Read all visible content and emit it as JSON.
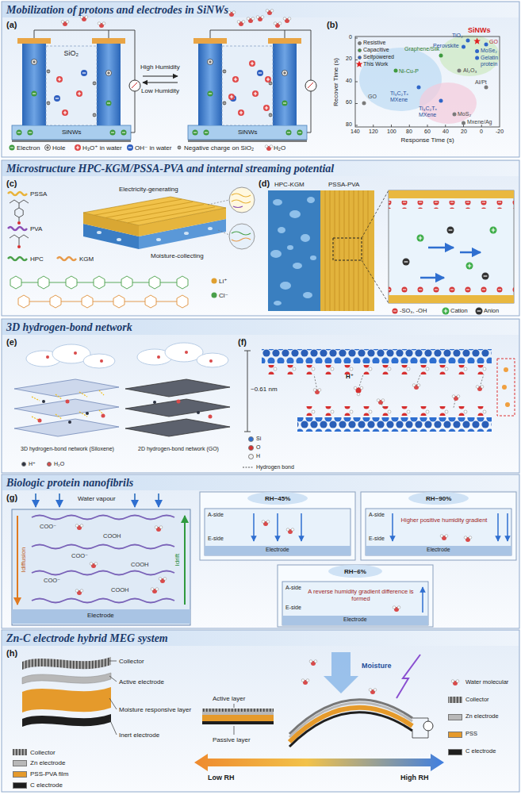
{
  "diagram": {
    "nodes": [
      {
        "text": [
          "Mobilization of protons and electrodes in SiNWs"
        ]
      },
      {
        "text": [
          "Microstructure HPC-KGM/PSSA-PVA and internal streaming potential"
        ]
      },
      {
        "text": [
          "3D hydrogen-bond network"
        ]
      },
      {
        "text": [
          "Biologic protein nanofibrils"
        ]
      },
      {
        "text": [
          "Idiffusion",
          "COO⁻",
          "COOH",
          "COO⁻",
          "COOH",
          "COO⁻",
          "COOH",
          "Idrift",
          "Electrode"
        ],
        "in": 3
      },
      {
        "text": [
          "RH~45%",
          "A-side",
          "E-side",
          "Electrode"
        ],
        "in": 3
      },
      {
        "text": [
          "RH~90%",
          "A-side",
          "Higher positive humidity gradient",
          "E-side",
          "Electrode"
        ],
        "in": 3
      },
      {
        "text": [
          "RH~6%",
          "A-side",
          "A reverse humidity gradient difference is formed",
          "E-side",
          "Electrode"
        ],
        "in": 3
      },
      {
        "text": [
          "Zn-C electrode hybrid MEG system"
        ]
      }
    ],
    "labels": [
      "(a)",
      "SiO₂",
      "SiNWs",
      "High Humidity",
      "Low Humidity",
      "SiNWs",
      "(b)",
      "Recover Time (s)",
      "Response Time (s)",
      "0",
      "20",
      "40",
      "60",
      "80",
      "140",
      "120",
      "100",
      "80",
      "60",
      "40",
      "20",
      "0",
      "-20",
      "SiNWs",
      "GO",
      "TiO₂",
      "Perovskite",
      "MoSe₂",
      "Gelatin protein",
      "Graphene/Silk",
      "Al₂O₃",
      "Al/Pt",
      "Ni-Cu-P",
      "Ti₃C₂Tₓ MXene",
      "Ti₃C₂Tₓ MXene",
      "MoS₂",
      "Mxene/Ag",
      "GO",
      "(c)",
      "PSSA",
      "PVA",
      "HPC",
      "KGM",
      "Electricity-generating",
      "Moisture-collecting",
      "Li⁺",
      "Cl⁻",
      "(d)",
      "HPC-KGM",
      "PSSA-PVA",
      "(e)",
      "3D hydrogen-bond network (Siloxene)",
      "2D hydrogen-bond network (GO)",
      "(f)",
      "~0.61 nm",
      "H⁺",
      "(g)",
      "Water vapour",
      "(h)",
      "Collector",
      "Active electrode",
      "Moisture responsive layer",
      "Inert electrode",
      "Active layer",
      "Passive layer",
      "Moisture",
      "Low RH",
      "High RH"
    ],
    "legend": [
      {
        "text": "Electron"
      },
      {
        "text": "Hole"
      },
      {
        "text": "H₃O⁺ in water"
      },
      {
        "text": "OH⁻ in water"
      },
      {
        "text": "Negative charge on SiO₂"
      },
      {
        "text": "H₂O"
      },
      {
        "text": "Resistive",
        "color": "#7a7a7a"
      },
      {
        "text": "Capacitive",
        "color": "#3f9a3f"
      },
      {
        "text": "Selfpowered",
        "color": "#2f66c8"
      },
      {
        "text": "This Work"
      },
      {
        "text": "-SO₃, -OH"
      },
      {
        "text": "Cation"
      },
      {
        "text": "Anion"
      },
      {
        "text": "H⁺",
        "color": "#2b3140"
      },
      {
        "text": "H₂O",
        "color": "#d94a4a"
      },
      {
        "text": "Si",
        "color": "#2f6fd0"
      },
      {
        "text": "O",
        "color": "#d63030"
      },
      {
        "text": "H",
        "color": "#f4f4f4"
      },
      {
        "text": "Hydrogen bond"
      },
      {
        "text": "Collector"
      },
      {
        "text": "Zn electrode",
        "color": "#b8b8b8"
      },
      {
        "text": "PSS-PVA film",
        "color": "#e59a2b"
      },
      {
        "text": "C electrode",
        "color": "#1e1e1e"
      },
      {
        "text": "Water molecular"
      },
      {
        "text": "Collector"
      },
      {
        "text": "Zn electrode",
        "color": "#b8b8b8"
      },
      {
        "text": "PSS",
        "color": "#e59a2b"
      },
      {
        "text": "C electrode",
        "color": "#1e1e1e"
      }
    ]
  }
}
